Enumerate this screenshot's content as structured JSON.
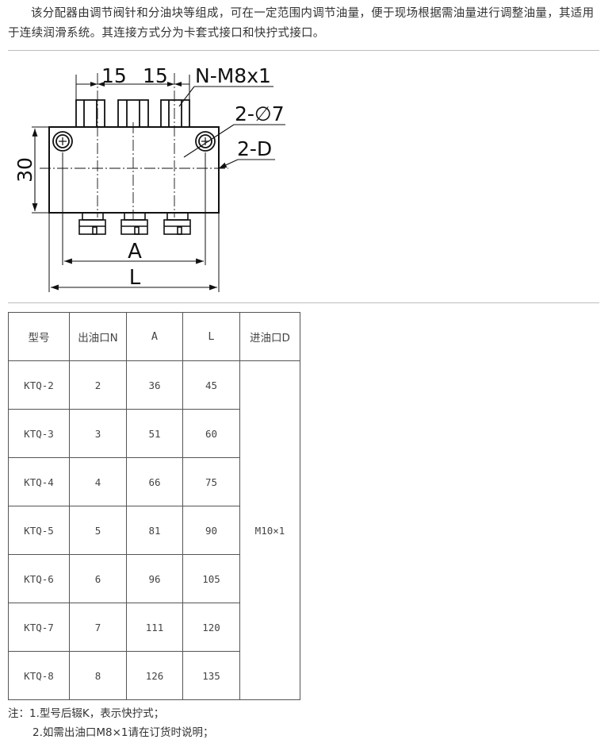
{
  "intro": "该分配器由调节阀针和分油块等组成，可在一定范围内调节油量，便于现场根据需油量进行调整油量，其适用于连续润滑系统。其连接方式分为卡套式接口和快拧式接口。",
  "drawing": {
    "dim_pitch_1": "15",
    "dim_pitch_2": "15",
    "outlet_thread": "N-M8x1",
    "hole_spec": "2-∅7",
    "inlet_label": "2-D",
    "height_dim": "30",
    "dim_a": "A",
    "dim_l": "L"
  },
  "table": {
    "headers": [
      "型号",
      "出油口N",
      "A",
      "L",
      "进油口D"
    ],
    "rows": [
      [
        "KTQ-2",
        "2",
        "36",
        "45"
      ],
      [
        "KTQ-3",
        "3",
        "51",
        "60"
      ],
      [
        "KTQ-4",
        "4",
        "66",
        "75"
      ],
      [
        "KTQ-5",
        "5",
        "81",
        "90"
      ],
      [
        "KTQ-6",
        "6",
        "96",
        "105"
      ],
      [
        "KTQ-7",
        "7",
        "111",
        "120"
      ],
      [
        "KTQ-8",
        "8",
        "126",
        "135"
      ]
    ],
    "inlet_value": "M10×1"
  },
  "notes": {
    "line1": "注：1.型号后辍K，表示快拧式；",
    "line2": "2.如需出油口M8×1请在订货时说明；"
  }
}
